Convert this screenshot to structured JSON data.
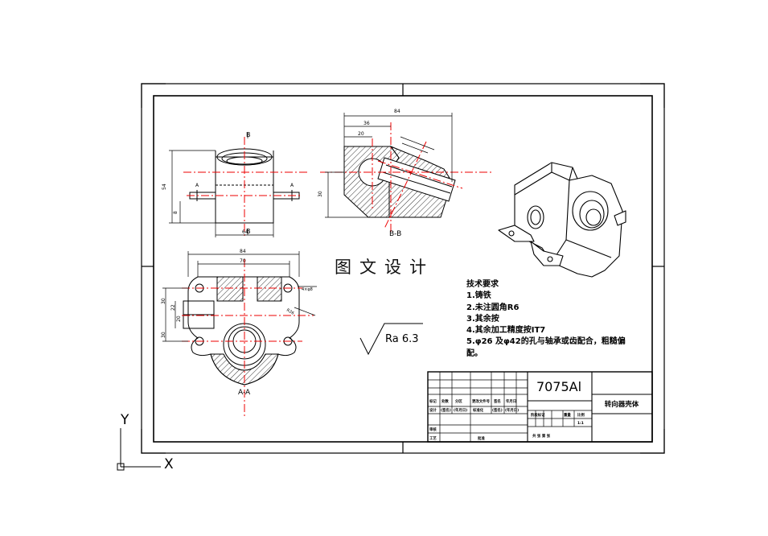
{
  "watermark": "图文设计",
  "views": {
    "section_bb": "B-B",
    "section_aa": "A-A",
    "marker_b": "B",
    "marker_a": "A"
  },
  "dimensions": {
    "top_width": "64",
    "top_height": "54",
    "top_small": "8",
    "bb_84": "84",
    "bb_36": "36",
    "bb_20": "20",
    "bb_30": "30",
    "aa_84": "84",
    "aa_70": "70",
    "aa_30a": "30",
    "aa_22": "22",
    "aa_20": "20",
    "aa_30b": "30",
    "aa_r": "R26",
    "aa_hole": "4×φ8"
  },
  "roughness": "Ra 6.3",
  "tech_requirements": {
    "title": "技术要求",
    "items": [
      "1.铸铁",
      "2.未注圆角R6",
      "3.其余按",
      "4.其余加工精度按IT7",
      "5.φ26 及φ42的孔与轴承或齿配合，粗糙偏",
      "配。"
    ]
  },
  "title_block": {
    "material": "7075Al",
    "part_name": "转向器壳体",
    "scale": "1:1",
    "sheet": "共 张   第 张",
    "row_labels": [
      "标记",
      "处数",
      "分区",
      "更改文件号",
      "签名",
      "年月日"
    ],
    "row2": [
      "设计",
      "(签名)",
      "(年月日)",
      "标准化",
      "(签名)",
      "(年月日)"
    ],
    "stage_labels": [
      "阶段标记",
      "重量",
      "比例"
    ],
    "review": "审核",
    "process": "工艺",
    "approve": "批准"
  },
  "axes": {
    "x_label": "X",
    "y_label": "Y"
  }
}
